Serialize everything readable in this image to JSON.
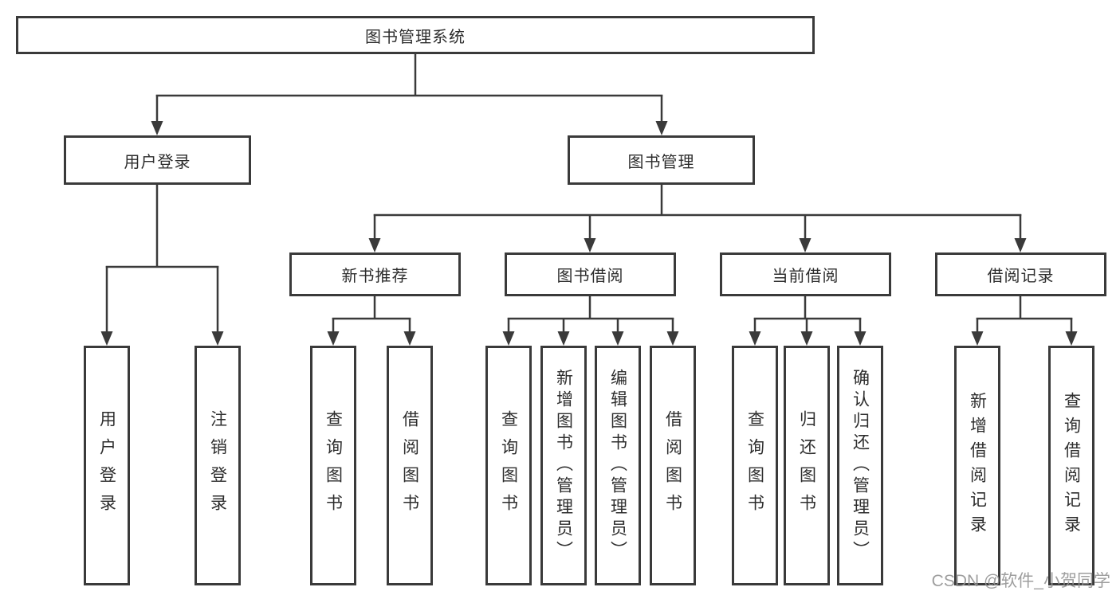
{
  "tree": {
    "label": "图书管理系统",
    "children": [
      {
        "label": "用户登录",
        "children": [
          {
            "label": "用户登录"
          },
          {
            "label": "注销登录"
          }
        ]
      },
      {
        "label": "图书管理",
        "children": [
          {
            "label": "新书推荐",
            "children": [
              {
                "label": "查询图书"
              },
              {
                "label": "借阅图书"
              }
            ]
          },
          {
            "label": "图书借阅",
            "children": [
              {
                "label": "查询图书"
              },
              {
                "label": "新增图书（管理员）"
              },
              {
                "label": "编辑图书（管理员）"
              },
              {
                "label": "借阅图书"
              }
            ]
          },
          {
            "label": "当前借阅",
            "children": [
              {
                "label": "查询图书"
              },
              {
                "label": "归还图书"
              },
              {
                "label": "确认归还（管理员）"
              }
            ]
          },
          {
            "label": "借阅记录",
            "children": [
              {
                "label": "新增借阅记录"
              },
              {
                "label": "查询借阅记录"
              }
            ]
          }
        ]
      }
    ]
  },
  "watermark": "CSDN @软件_小贺同学",
  "colors": {
    "line": "#3a3a3a",
    "text": "#2d2d2d",
    "watermark": "#949494",
    "background": "#ffffff"
  }
}
